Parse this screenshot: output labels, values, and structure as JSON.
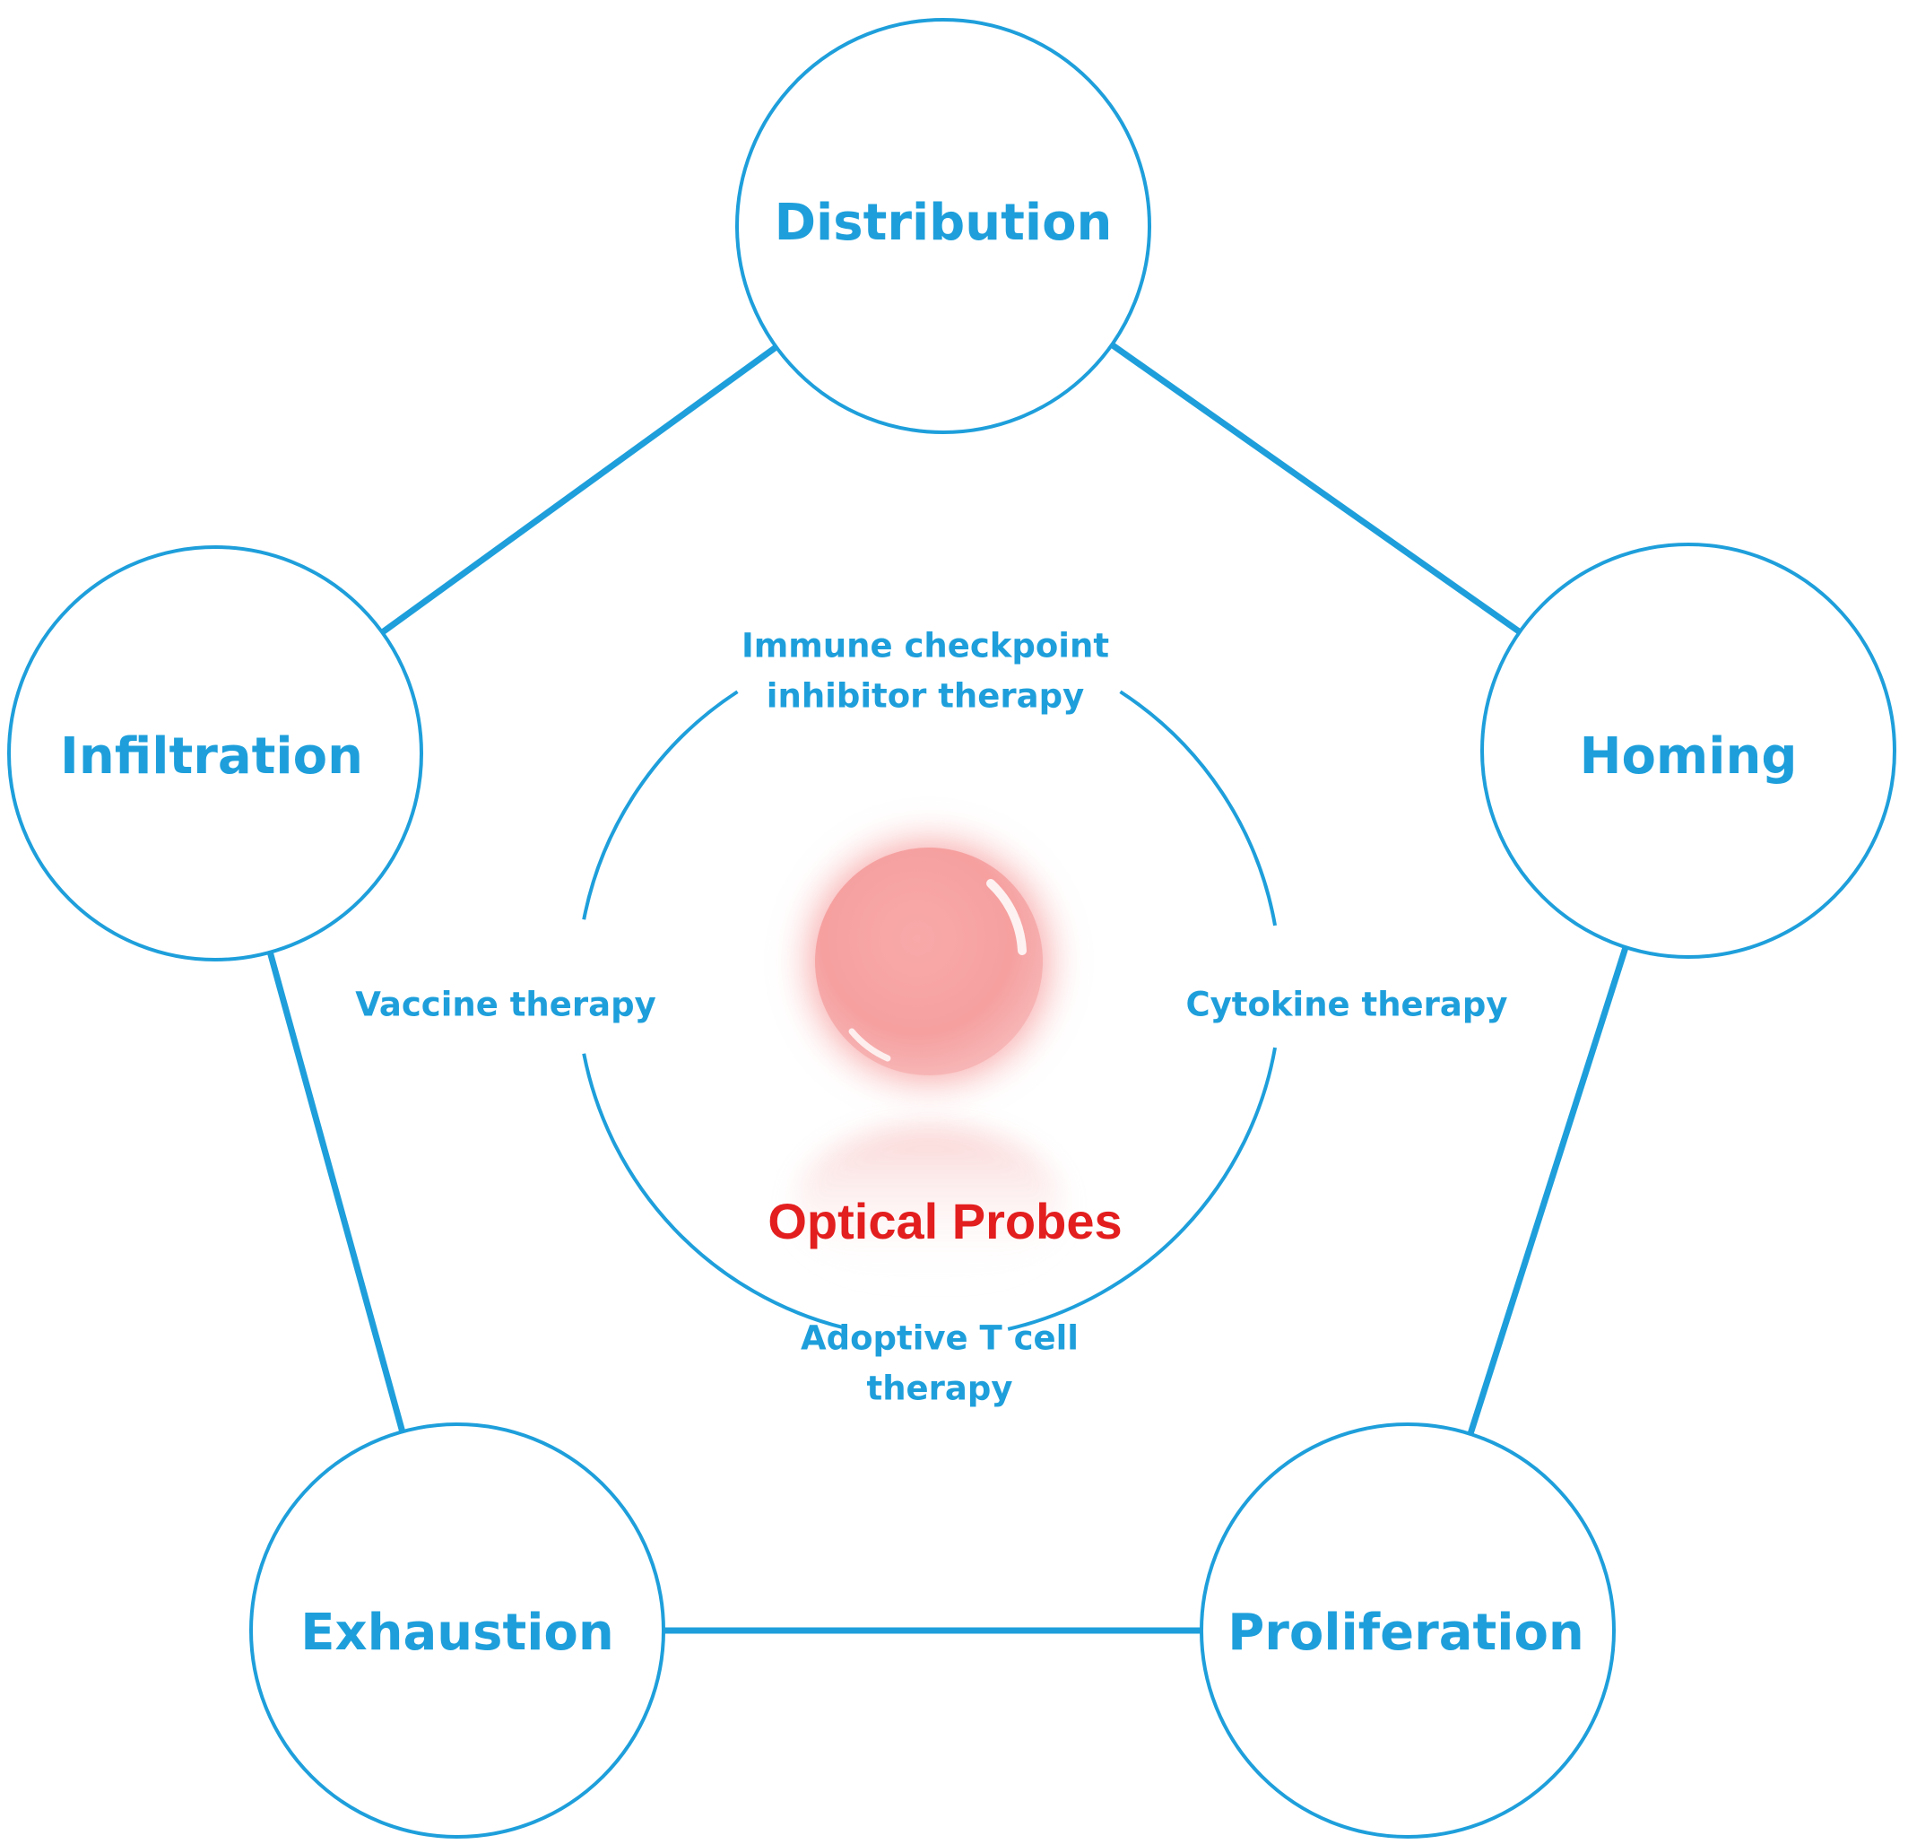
{
  "colors": {
    "primary": "#1E9FDB",
    "accent": "#E31E1E",
    "background": "#FFFFFF",
    "sphere": "#F58A8A"
  },
  "nodes": [
    {
      "id": "distribution",
      "label": "Distribution"
    },
    {
      "id": "homing",
      "label": "Homing"
    },
    {
      "id": "proliferation",
      "label": "Proliferation"
    },
    {
      "id": "exhaustion",
      "label": "Exhaustion"
    },
    {
      "id": "infiltration",
      "label": "Infiltration"
    }
  ],
  "therapies": {
    "top": [
      "Immune checkpoint",
      "inhibitor therapy"
    ],
    "right": [
      "Cytokine therapy"
    ],
    "bottom": [
      "Adoptive T cell",
      "therapy"
    ],
    "left": [
      "Vaccine therapy"
    ]
  },
  "center": {
    "label": "Optical Probes",
    "icon": "glowing-sphere-icon"
  }
}
